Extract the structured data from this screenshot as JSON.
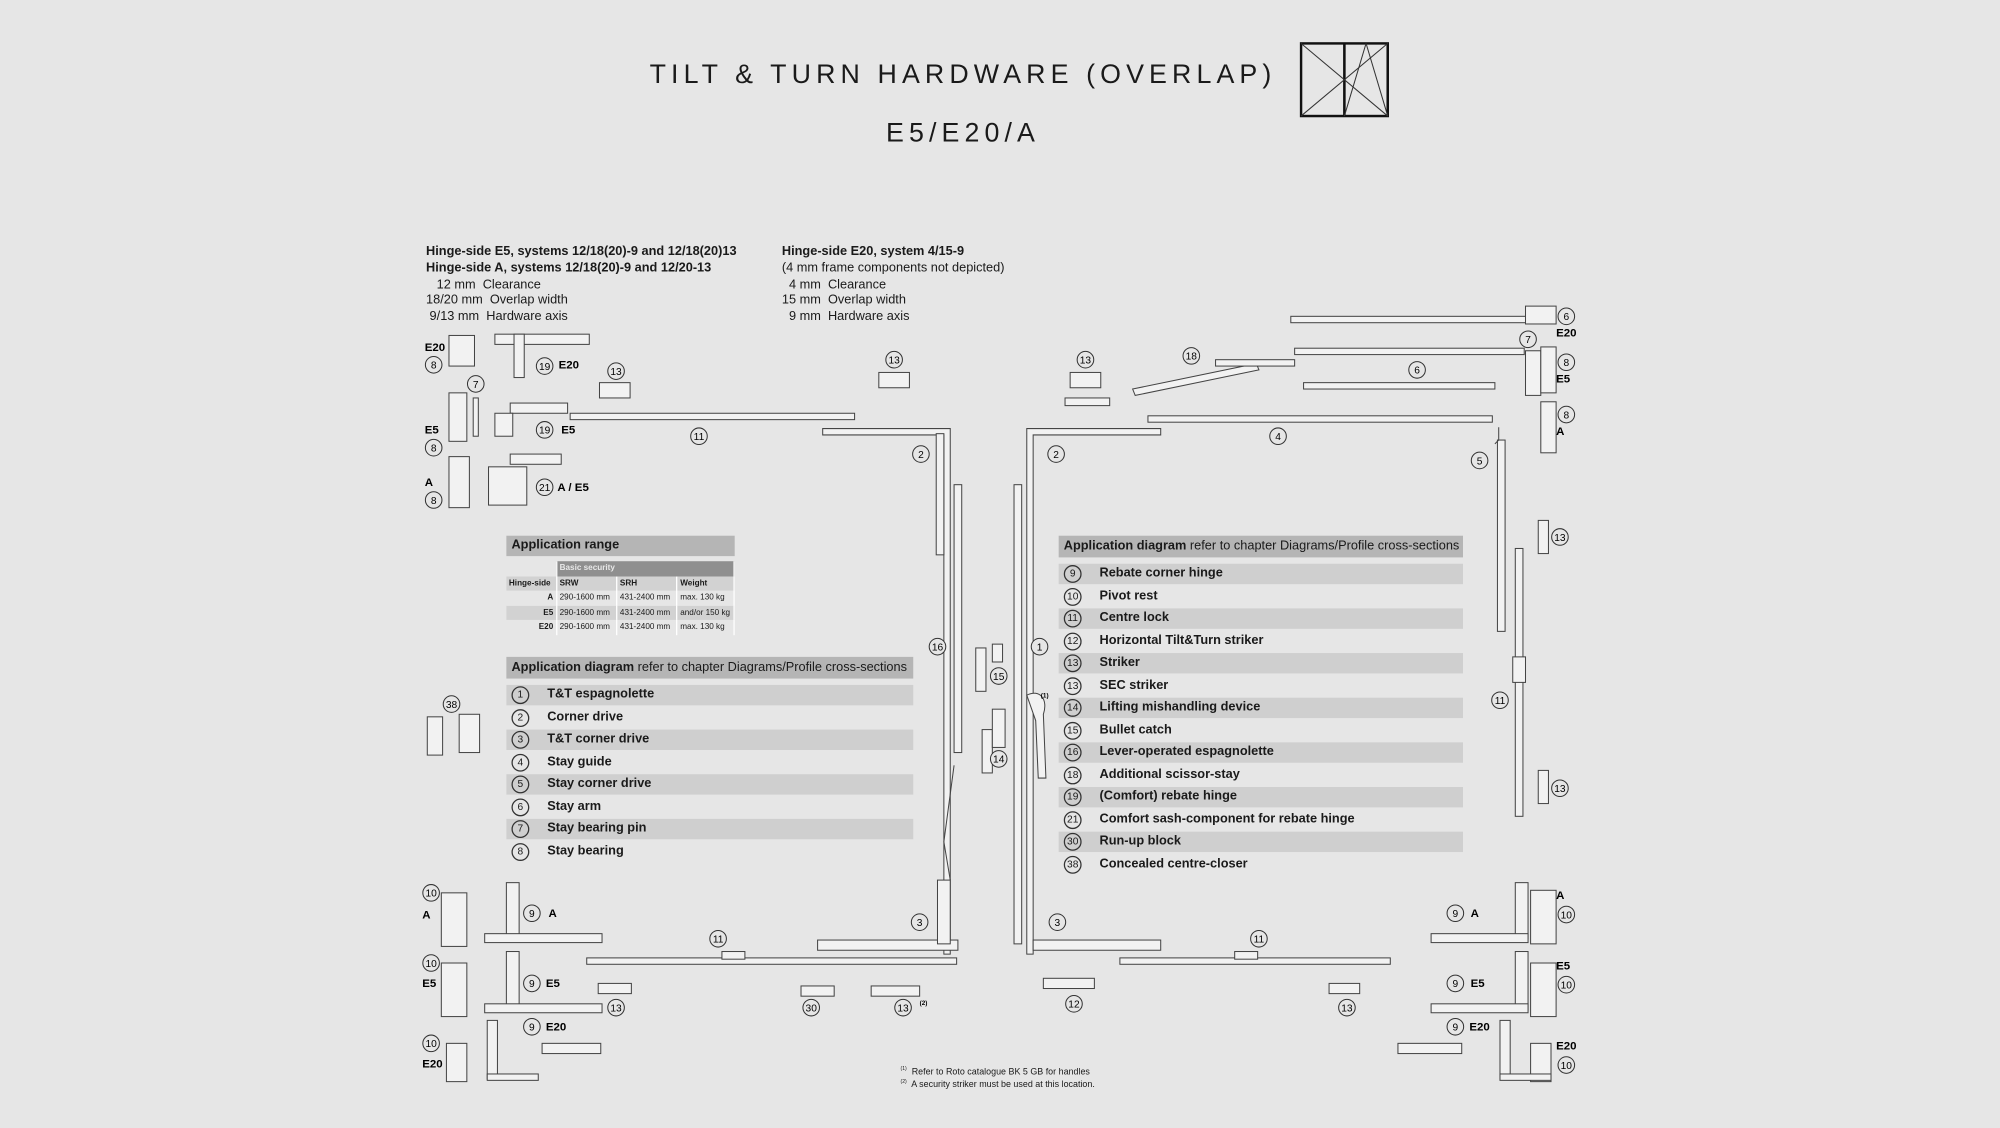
{
  "header": {
    "title": "TILT & TURN HARDWARE (OVERLAP)",
    "subtitle": "E5/E20/A",
    "icon": "tilt-turn-window-icon"
  },
  "spec_left": {
    "line1": "Hinge-side E5, systems 12/18(20)-9 and 12/18(20)13",
    "line2": "Hinge-side A, systems 12/18(20)-9 and 12/20-13",
    "rows": [
      "   12 mm  Clearance",
      "18/20 mm  Overlap width",
      " 9/13 mm  Hardware axis"
    ]
  },
  "spec_right": {
    "line1": "Hinge-side E20, system 4/15-9",
    "line2": "(4 mm frame components not depicted)",
    "rows": [
      "  4 mm  Clearance",
      "15 mm  Overlap width",
      "  9 mm  Hardware axis"
    ]
  },
  "application_range": {
    "title": "Application range",
    "group": "Basic security",
    "columns": [
      "Hinge-side",
      "SRW",
      "SRH",
      "Weight"
    ],
    "rows": [
      [
        "A",
        "290-1600 mm",
        "431-2400 mm",
        "max. 130 kg"
      ],
      [
        "E5",
        "290-1600 mm",
        "431-2400 mm",
        "and/or 150 kg"
      ],
      [
        "E20",
        "290-1600 mm",
        "431-2400 mm",
        "max. 130 kg"
      ]
    ]
  },
  "diagram_left": {
    "title": "Application diagram",
    "subtitle": "refer to chapter Diagrams/Profile cross-sections",
    "items": [
      {
        "num": "1",
        "label": "T&T espagnolette"
      },
      {
        "num": "2",
        "label": "Corner drive"
      },
      {
        "num": "3",
        "label": "T&T corner drive"
      },
      {
        "num": "4",
        "label": "Stay guide"
      },
      {
        "num": "5",
        "label": "Stay corner drive"
      },
      {
        "num": "6",
        "label": "Stay arm"
      },
      {
        "num": "7",
        "label": "Stay bearing pin"
      },
      {
        "num": "8",
        "label": "Stay bearing"
      }
    ]
  },
  "diagram_right": {
    "title": "Application diagram",
    "subtitle": "refer to chapter Diagrams/Profile cross-sections",
    "items": [
      {
        "num": "9",
        "label": "Rebate corner hinge"
      },
      {
        "num": "10",
        "label": "Pivot rest"
      },
      {
        "num": "11",
        "label": "Centre lock"
      },
      {
        "num": "12",
        "label": "Horizontal Tilt&Turn striker"
      },
      {
        "num": "13",
        "label": "Striker"
      },
      {
        "num": "13",
        "label": "SEC striker"
      },
      {
        "num": "14",
        "label": "Lifting mishandling device"
      },
      {
        "num": "15",
        "label": "Bullet catch"
      },
      {
        "num": "16",
        "label": "Lever-operated espagnolette"
      },
      {
        "num": "18",
        "label": "Additional scissor-stay"
      },
      {
        "num": "19",
        "label": "(Comfort) rebate hinge"
      },
      {
        "num": "21",
        "label": "Comfort sash-component for rebate hinge"
      },
      {
        "num": "30",
        "label": "Run-up block"
      },
      {
        "num": "38",
        "label": "Concealed centre-closer"
      }
    ]
  },
  "callouts": [
    "8",
    "7",
    "8",
    "8",
    "19",
    "13",
    "19",
    "21",
    "11",
    "13",
    "2",
    "16",
    "15",
    "14",
    "1",
    "38",
    "10",
    "9",
    "10",
    "9",
    "10",
    "9",
    "11",
    "3",
    "13",
    "30",
    "13",
    "3",
    "11",
    "12",
    "13",
    "13",
    "18",
    "6",
    "4",
    "2",
    "5",
    "6",
    "7",
    "8",
    "8",
    "13",
    "11",
    "13",
    "9",
    "10",
    "9",
    "10",
    "9",
    "10"
  ],
  "tags": [
    "E20",
    "E20",
    "E5",
    "E5",
    "A",
    "A / E5",
    "A",
    "A",
    "E5",
    "E5",
    "E20",
    "E20",
    "E20",
    "E5",
    "A",
    "A",
    "A",
    "E5",
    "E5",
    "E20",
    "E20",
    "(1)",
    "(2)"
  ],
  "footnotes": {
    "n1": "(1)",
    "t1": "Refer to Roto catalogue BK 5 GB for handles",
    "n2": "(2)",
    "t2": "A security striker must be used at this location."
  }
}
